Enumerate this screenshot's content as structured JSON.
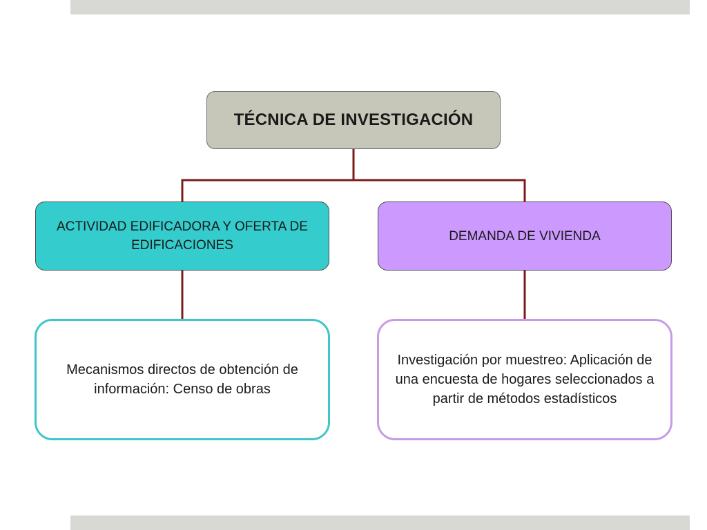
{
  "diagram": {
    "root": {
      "label": "TÉCNICA DE INVESTIGACIÓN"
    },
    "branches": [
      {
        "label": "ACTIVIDAD EDIFICADORA Y OFERTA DE EDIFICACIONES",
        "detail": "Mecanismos directos de obtención de información: Censo de obras"
      },
      {
        "label": "DEMANDA DE VIVIENDA",
        "detail": "Investigación por muestreo: Aplicación de una encuesta de hogares seleccionados a partir de métodos estadísticos"
      }
    ]
  },
  "colors": {
    "connector": "#7b1b1b",
    "root_fill": "#c6c7b8",
    "left_fill": "#34cccc",
    "right_fill": "#cc99ff",
    "left_border": "#3ec6c8",
    "right_border": "#c79be6",
    "band": "#d8d9d4"
  }
}
